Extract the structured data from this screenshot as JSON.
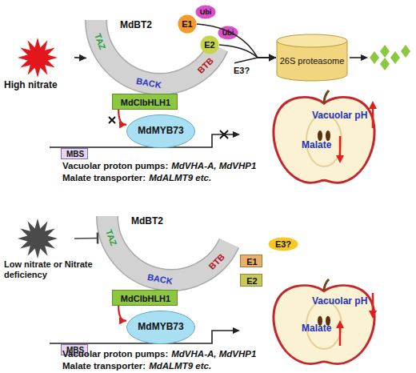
{
  "diagram": {
    "nodes": [
      {
        "text": [
          "High nitrate"
        ]
      },
      {
        "text": [
          "MdBT2",
          "TAZ",
          "BACK",
          "BTB"
        ]
      },
      {
        "text": [
          "E1"
        ]
      },
      {
        "text": [
          "Ubi"
        ]
      },
      {
        "text": [
          "E2"
        ]
      },
      {
        "text": [
          "Ubi"
        ]
      },
      {
        "text": [
          "26S proteasome"
        ]
      },
      {
        "text": [
          "MdClbHLH1"
        ]
      },
      {
        "text": [
          "MdMYB73"
        ]
      },
      {
        "text": [
          "MBS"
        ]
      },
      {
        "text": [
          "Vacuolar pH",
          "Malate"
        ]
      },
      {
        "text": [
          "Low nitrate or Nitrate deficiency"
        ]
      },
      {
        "text": [
          "MdBT2",
          "TAZ",
          "BACK",
          "BTB"
        ]
      },
      {
        "text": [
          "E1"
        ]
      },
      {
        "text": [
          "E3?"
        ]
      },
      {
        "text": [
          "E2"
        ]
      },
      {
        "text": [
          "MdClbHLH1"
        ]
      },
      {
        "text": [
          "MdMYB73"
        ]
      },
      {
        "text": [
          "MBS"
        ]
      },
      {
        "text": [
          "Vacuolar pH",
          "Malate"
        ]
      }
    ],
    "edges": [
      {
        "from": 0,
        "to": 1,
        "arrow": "to"
      },
      {
        "from": 1,
        "to": 6,
        "arrow": "to"
      },
      {
        "from": 2,
        "to": 6,
        "arrow": "to"
      },
      {
        "from": 4,
        "to": 6,
        "arrow": "to"
      },
      {
        "from": 7,
        "to": 8,
        "arrow": "to"
      },
      {
        "from": 11,
        "to": 12,
        "arrow": "to"
      },
      {
        "from": 16,
        "to": 17,
        "arrow": "to"
      }
    ],
    "labels": [
      "E3?",
      "Vacuolar proton pumps:",
      "MdVHA-A, MdVHP1",
      "Malate transporter:",
      "MdALMT9 etc.",
      "Vacuolar proton pumps:",
      "MdVHA-A, MdVHP1",
      "Malate transporter:",
      "MdALMT9 etc."
    ]
  }
}
